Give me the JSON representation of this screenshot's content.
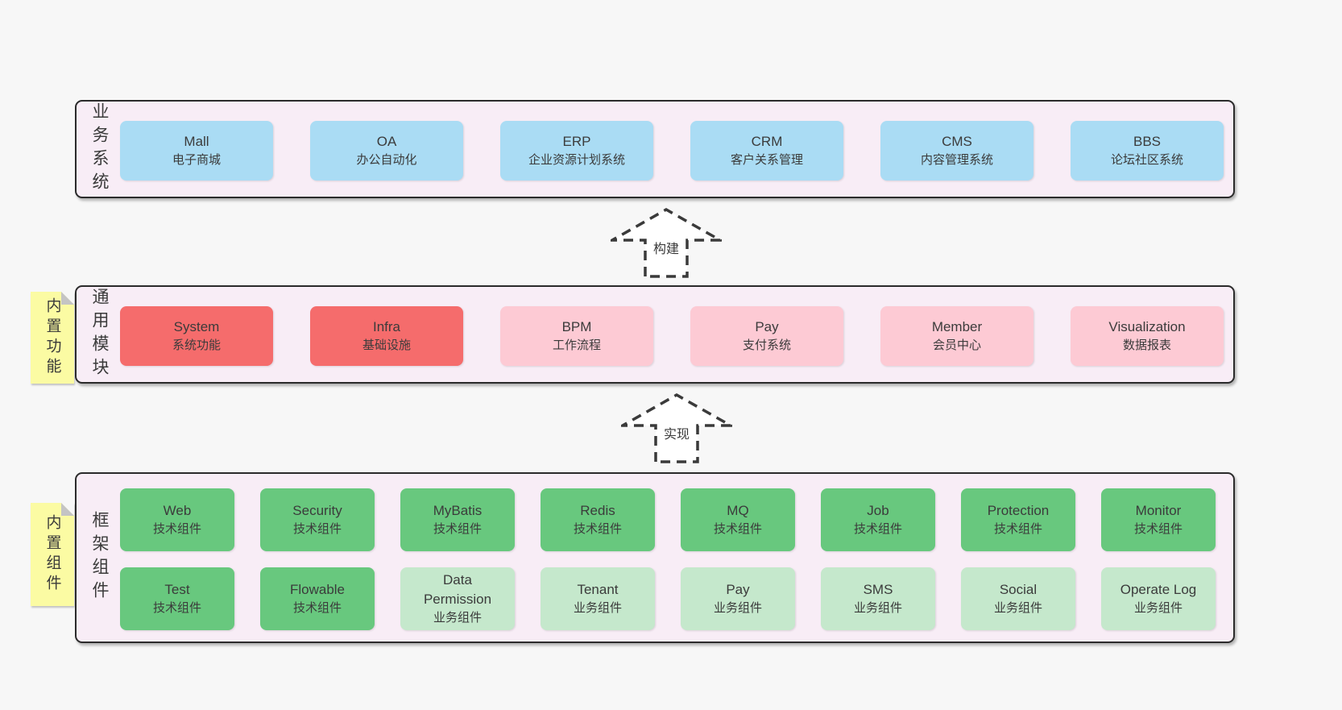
{
  "colors": {
    "page_bg": "#f7f7f7",
    "layer_bg": "#f8edf6",
    "layer_border": "#2b2b2b",
    "blue": "#aadcf4",
    "red": "#f56c6c",
    "pink": "#fdcad4",
    "green": "#68c87e",
    "light_green": "#c5e8cc",
    "tab_yellow": "#fbfba3",
    "fold_gray": "#c4c4c4",
    "text": "#3b3b3b",
    "arrow": "#3a3a3a"
  },
  "arrows": [
    {
      "label": "构建"
    },
    {
      "label": "实现"
    }
  ],
  "layers": [
    {
      "label": "业务系统",
      "boxes": [
        {
          "title": "Mall",
          "subtitle": "电子商城",
          "variant": "blue"
        },
        {
          "title": "OA",
          "subtitle": "办公自动化",
          "variant": "blue"
        },
        {
          "title": "ERP",
          "subtitle": "企业资源计划系统",
          "variant": "blue"
        },
        {
          "title": "CRM",
          "subtitle": "客户关系管理",
          "variant": "blue"
        },
        {
          "title": "CMS",
          "subtitle": "内容管理系统",
          "variant": "blue"
        },
        {
          "title": "BBS",
          "subtitle": "论坛社区系统",
          "variant": "blue"
        }
      ]
    },
    {
      "tab": "内置功能",
      "label": "通用模块",
      "boxes": [
        {
          "title": "System",
          "subtitle": "系统功能",
          "variant": "red"
        },
        {
          "title": "Infra",
          "subtitle": "基础设施",
          "variant": "red"
        },
        {
          "title": "BPM",
          "subtitle": "工作流程",
          "variant": "pink"
        },
        {
          "title": "Pay",
          "subtitle": "支付系统",
          "variant": "pink"
        },
        {
          "title": "Member",
          "subtitle": "会员中心",
          "variant": "pink"
        },
        {
          "title": "Visualization",
          "subtitle": "数据报表",
          "variant": "pink"
        }
      ]
    },
    {
      "tab": "内置组件",
      "label": "框架组件",
      "rows": [
        {
          "boxes": [
            {
              "title": "Web",
              "subtitle": "技术组件",
              "variant": "green"
            },
            {
              "title": "Security",
              "subtitle": "技术组件",
              "variant": "green"
            },
            {
              "title": "MyBatis",
              "subtitle": "技术组件",
              "variant": "green"
            },
            {
              "title": "Redis",
              "subtitle": "技术组件",
              "variant": "green"
            },
            {
              "title": "MQ",
              "subtitle": "技术组件",
              "variant": "green"
            },
            {
              "title": "Job",
              "subtitle": "技术组件",
              "variant": "green"
            },
            {
              "title": "Protection",
              "subtitle": "技术组件",
              "variant": "green"
            },
            {
              "title": "Monitor",
              "subtitle": "技术组件",
              "variant": "green"
            }
          ]
        },
        {
          "boxes": [
            {
              "title": "Test",
              "subtitle": "技术组件",
              "variant": "green"
            },
            {
              "title": "Flowable",
              "subtitle": "技术组件",
              "variant": "green"
            },
            {
              "title": "Data Permission",
              "subtitle": "业务组件",
              "variant": "lightgreen"
            },
            {
              "title": "Tenant",
              "subtitle": "业务组件",
              "variant": "lightgreen"
            },
            {
              "title": "Pay",
              "subtitle": "业务组件",
              "variant": "lightgreen"
            },
            {
              "title": "SMS",
              "subtitle": "业务组件",
              "variant": "lightgreen"
            },
            {
              "title": "Social",
              "subtitle": "业务组件",
              "variant": "lightgreen"
            },
            {
              "title": "Operate Log",
              "subtitle": "业务组件",
              "variant": "lightgreen"
            }
          ]
        }
      ]
    }
  ]
}
